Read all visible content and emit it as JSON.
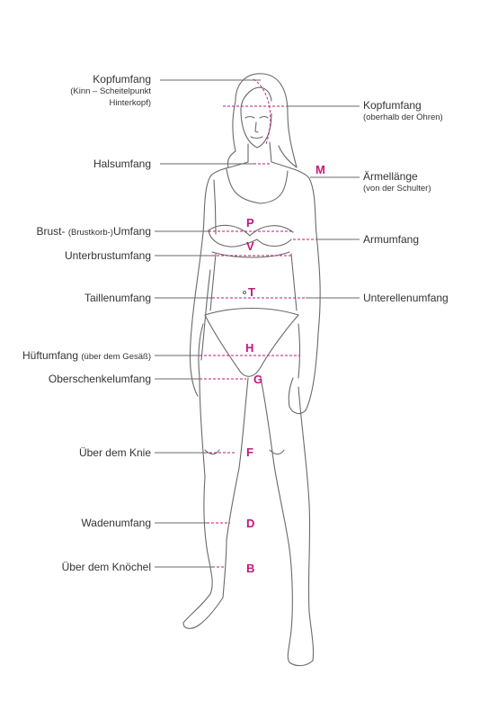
{
  "labels": {
    "kopfumfang_left": "Kopfumfang",
    "kopfumfang_left_sub1": "(Kinn – Scheitelpunkt",
    "kopfumfang_left_sub2": "Hinterkopf)",
    "kopfumfang_right": "Kopfumfang",
    "kopfumfang_right_sub": "(oberhalb der Ohren)",
    "halsumfang": "Halsumfang",
    "aermellaenge": "Ärmellänge",
    "aermellaenge_sub": "(von der Schulter)",
    "brust_1": "Brust-",
    "brust_2": "(Brustkorb-)",
    "brust_3": "Umfang",
    "armumfang": "Armumfang",
    "unterbrustumfang": "Unterbrustumfang",
    "taillenumfang": "Taillenumfang",
    "unterellenumfang": "Unterellenumfang",
    "hueftumfang": "Hüftumfang",
    "hueftumfang_sub": "(über dem Gesäß)",
    "oberschenkelumfang": "Oberschenkelumfang",
    "ueber_knie": "Über dem Knie",
    "wadenumfang": "Wadenumfang",
    "ueber_knoechel": "Über dem Knöchel"
  },
  "letters": {
    "m": "M",
    "p": "P",
    "v": "V",
    "t": "T",
    "h": "H",
    "g": "G",
    "f": "F",
    "d": "D",
    "b": "B"
  },
  "colors": {
    "accent": "#c0187b",
    "line": "#555555",
    "text": "#333333"
  }
}
